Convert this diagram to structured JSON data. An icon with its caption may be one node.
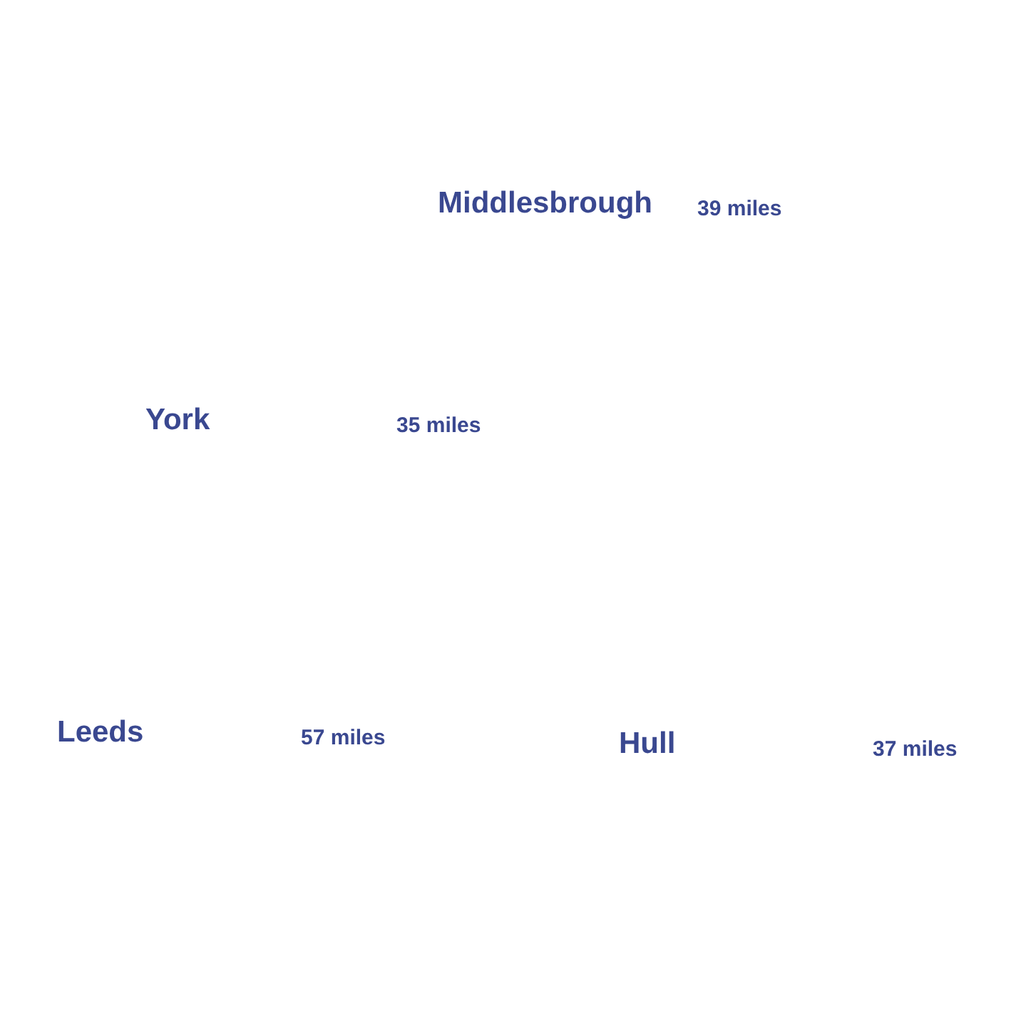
{
  "diagram": {
    "labels": [
      "Middlesbrough",
      "39 miles",
      "York",
      "35 miles",
      "Leeds",
      "57 miles",
      "Hull",
      "37 miles"
    ]
  }
}
